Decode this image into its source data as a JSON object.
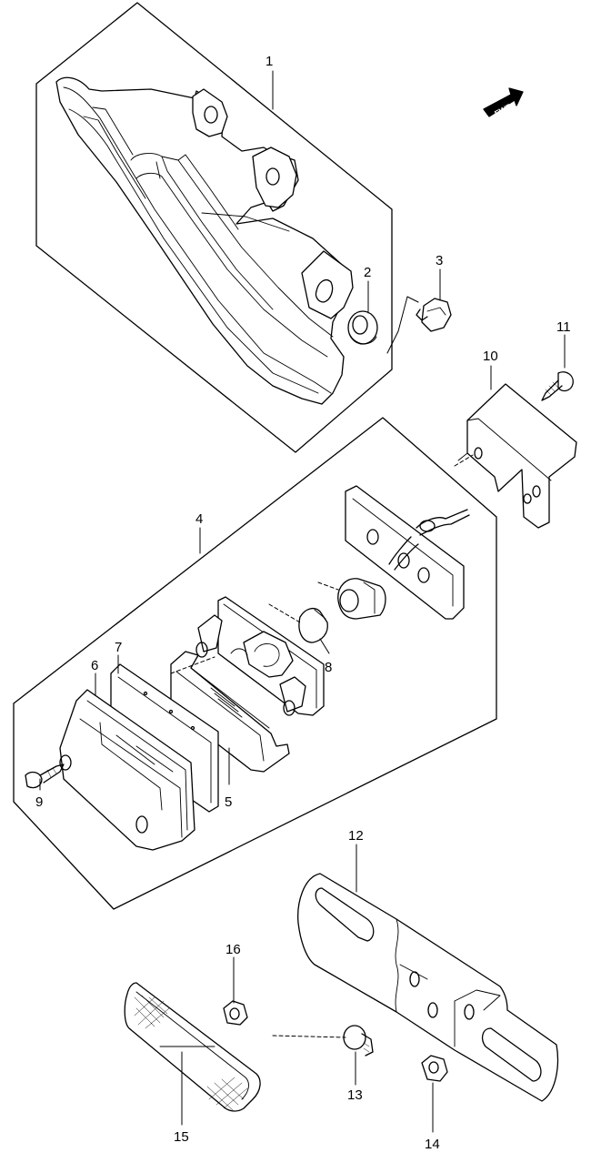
{
  "fwd_label": "FWD",
  "callouts": {
    "c1": "1",
    "c2": "2",
    "c3": "3",
    "c4": "4",
    "c5": "5",
    "c6": "6",
    "c7": "7",
    "c8": "8",
    "c9": "9",
    "c10": "10",
    "c11": "11",
    "c12": "12",
    "c13": "13",
    "c14": "14",
    "c15": "15",
    "c16": "16"
  }
}
